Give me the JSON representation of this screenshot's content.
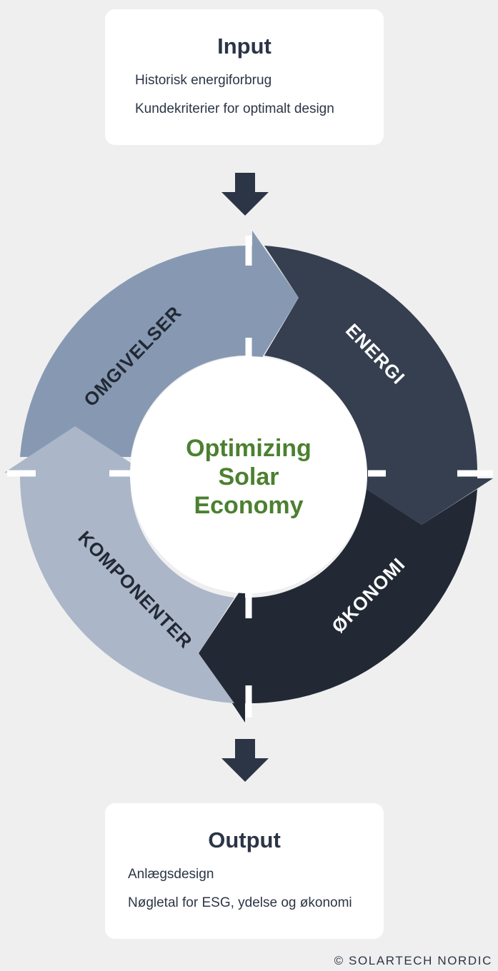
{
  "input": {
    "title": "Input",
    "items": [
      "Historisk energiforbrug",
      "Kundekriterier for optimalt design"
    ]
  },
  "output": {
    "title": "Output",
    "items": [
      "Anlægsdesign",
      "Nøgletal for ESG, ydelse og økonomi"
    ]
  },
  "cycle": {
    "center_lines": [
      "Optimizing",
      "Solar",
      "Economy"
    ],
    "segments": [
      {
        "label": "OMGIVELSER",
        "color": "#8799b2"
      },
      {
        "label": "ENERGI",
        "color": "#353f50"
      },
      {
        "label": "ØKONOMI",
        "color": "#222935"
      },
      {
        "label": "KOMPONENTER",
        "color": "#abb6c9"
      }
    ]
  },
  "colors": {
    "background": "#efefef",
    "card": "#ffffff",
    "dark_text": "#2c3546",
    "accent_green": "#4c8030"
  },
  "footer": {
    "copyright": "© SOLARTECH NORDIC"
  }
}
